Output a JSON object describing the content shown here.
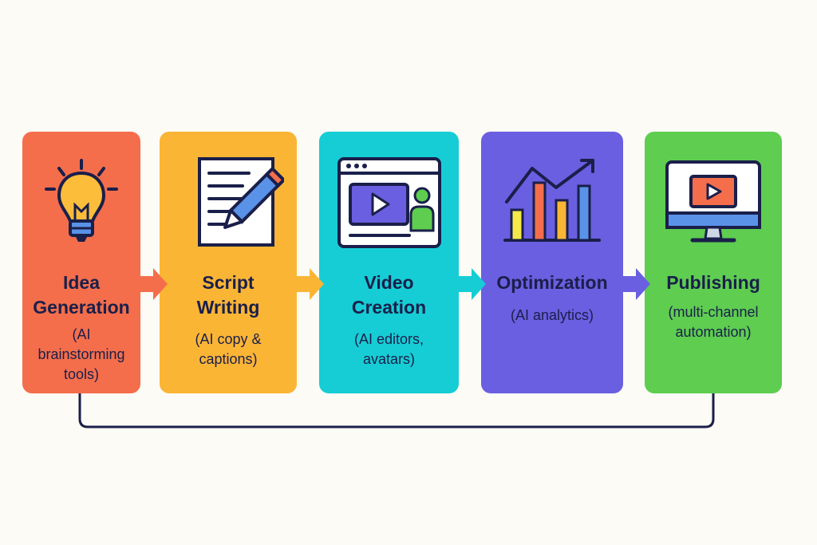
{
  "colors": {
    "background": "#fcfbf6",
    "outline": "#1a1f4a",
    "idea": "#f46e4c",
    "script": "#fbb535",
    "video": "#16cdd5",
    "optimization": "#6a5fe0",
    "publishing": "#5ecd50"
  },
  "steps": [
    {
      "title_lines": [
        "Idea",
        "Generation"
      ],
      "sub_lines": [
        "(AI",
        "brainstorming",
        "tools)"
      ],
      "icon": "lightbulb-icon"
    },
    {
      "title_lines": [
        "Script",
        "Writing"
      ],
      "sub_lines": [
        "(AI copy &",
        "captions)"
      ],
      "icon": "document-pencil-icon"
    },
    {
      "title_lines": [
        "Video",
        "Creation"
      ],
      "sub_lines": [
        "(AI editors,",
        "avatars)"
      ],
      "icon": "video-avatar-window-icon"
    },
    {
      "title_lines": [
        "Optimization"
      ],
      "sub_lines": [
        "(AI analytics)"
      ],
      "icon": "bar-chart-trend-icon"
    },
    {
      "title_lines": [
        "Publishing"
      ],
      "sub_lines": [
        "(multi-channel",
        "automation)"
      ],
      "icon": "monitor-play-icon"
    }
  ]
}
